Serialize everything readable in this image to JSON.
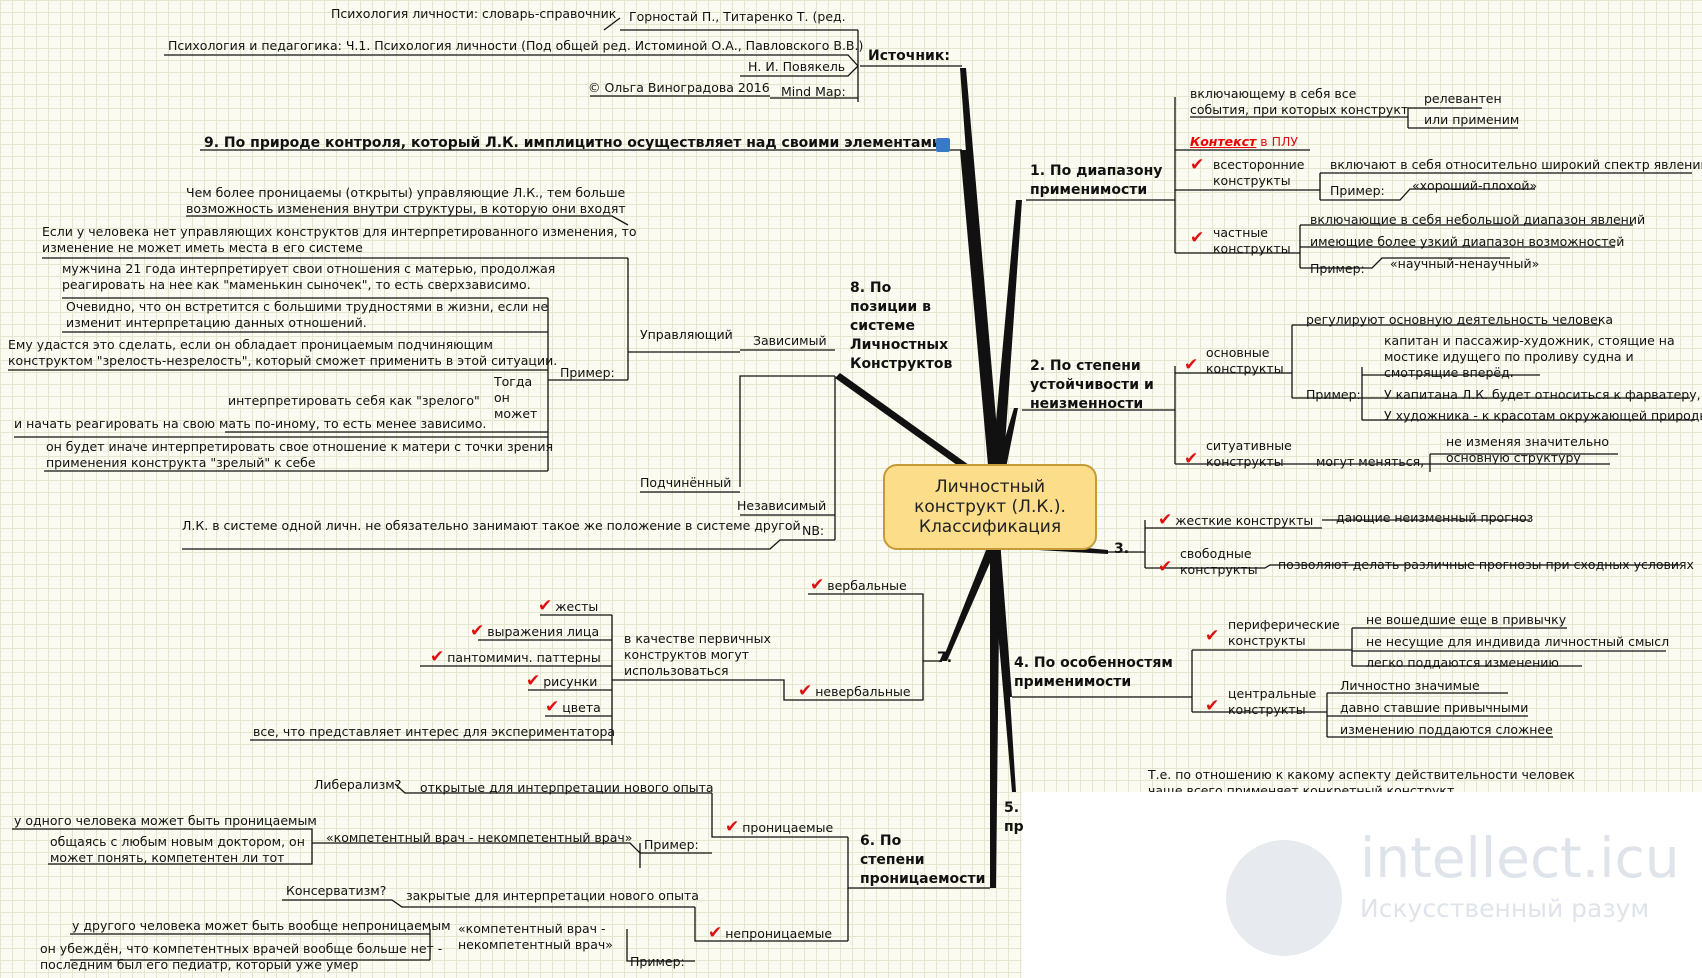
{
  "center": {
    "l1": "Личностный",
    "l2": "конструкт (Л.К.).",
    "l3": "Классификация"
  },
  "source": {
    "title": "Источник:",
    "s1": "Горностай П., Титаренко Т. (ред.",
    "s1b": "Психология личности: словарь-справочник",
    "s2": "Психология и педагогика: Ч.1. Психология личности (Под общей ред. Истоминой О.А., Павловского В.В.)",
    "s3": "Н. И. Повякель",
    "s4": "Mind Map:",
    "s4b": "© Ольга Виноградова 2016"
  },
  "b9": {
    "title": "9. По природе контроля, который Л.К. имплицитно осуществляет над своими элементами"
  },
  "b1": {
    "title1": "1. По диапазону",
    "title2": "применимости",
    "inc1": "включающему в себя все",
    "inc2": "события, при которых конструкт",
    "rel": "релевантен",
    "app": "или применим",
    "ctx1": "Контекст",
    "ctx2": " в ПЛУ",
    "vs1": "всесторонние",
    "vs2": "конструкты",
    "vs_desc": "включают в себя относительно широкий спектр явлений",
    "vs_ex": "Пример:",
    "vs_exv": "«хороший-плохой»",
    "ch1": "частные",
    "ch2": "конструкты",
    "ch_d1": "включающие в себя небольшой диапазон явлений",
    "ch_d2": "имеющие более узкий диапазон возможностей",
    "ch_ex": "Пример:",
    "ch_exv": "«научный-ненаучный»"
  },
  "b2": {
    "title1": "2. По степени",
    "title2": "устойчивости и",
    "title3": "неизменности",
    "os1": "основные",
    "os2": "конструкты",
    "os_d": "регулируют основную деятельность человека",
    "os_ex": "Пример:",
    "os_e1a": "капитан и пассажир-художник, стоящие на",
    "os_e1b": "мостике идущего по проливу судна и",
    "os_e1c": "смотрящие вперёд.",
    "os_e2": "У капитана Л.К. будет относиться к фарватеру,",
    "os_e3": "У художника - к красотам окружающей природы",
    "si1": "ситуативные",
    "si2": "конструкты",
    "si_d": "могут меняться,",
    "si_d2a": "не изменяя значительно",
    "si_d2b": "основную структуру"
  },
  "b3": {
    "title": "3.",
    "zh": "жесткие конструкты",
    "zh_d": "дающие неизменный прогноз",
    "sv1": "свободные",
    "sv2": "конструкты",
    "sv_d": "позволяют делать различные прогнозы при сходных условиях"
  },
  "b4": {
    "title1": "4. По особенностям",
    "title2": "применимости",
    "pe1": "периферические",
    "pe2": "конструкты",
    "pe_d1": "не вошедшие еще в привычку",
    "pe_d2": "не несущие для индивида личностный смысл",
    "pe_d3": "легко поддаются изменению",
    "ce1": "центральные",
    "ce2": "конструкты",
    "ce_d1": "Личностно значимые",
    "ce_d2": "давно ставшие привычными",
    "ce_d3": "изменению поддаются сложнее"
  },
  "b5": {
    "title1": "5.",
    "title2": "пр",
    "note1": "Т.е. по отношению к какому аспекту действительности человек",
    "note2": "чаще всего применяет конкретный конструкт"
  },
  "b6": {
    "title1": "6. По",
    "title2": "степени",
    "title3": "проницаемости",
    "pr": "проницаемые",
    "lib": "Либерализм?",
    "pr_d": "открытые для интерпретации нового опыта",
    "pr_ex": "Пример:",
    "pr_exv": "«компетентный врач - некомпетентный врач»",
    "pr_e1": "у одного человека может быть проницаемым",
    "pr_e2a": "общаясь с любым новым доктором, он",
    "pr_e2b": "может понять, компетентен ли тот",
    "np": "непроницаемые",
    "kons": "Консерватизм?",
    "np_d": "закрытые для интерпретации нового опыта",
    "np_ex": "Пример:",
    "np_exv1": "«компетентный врач -",
    "np_exv2": "некомпетентный врач»",
    "np_e1": "у другого человека может быть вообще непроницаемым",
    "np_e2a": "он убеждён, что компетентных врачей вообще больше нет -",
    "np_e2b": "последним был его педиатр, который уже умер"
  },
  "b7": {
    "title": "7.",
    "verb": "вербальные",
    "nverb": "невербальные",
    "prim1": "в качестве первичных",
    "prim2": "конструктов могут",
    "prim3": "использоваться",
    "items": [
      "жесты",
      "выражения лица",
      "пантомимич. паттерны",
      "рисунки",
      "цвета"
    ],
    "last": "все, что представляет интерес для экспериментатора"
  },
  "b8": {
    "title1": "8. По",
    "title2": "позиции в",
    "title3": "системе",
    "title4": "Личностных",
    "title5": "Конструктов",
    "zav": "Зависимый",
    "upr": "Управляющий",
    "pod": "Подчинённый",
    "nez": "Независимый",
    "nb": "NB:",
    "nb_t": "Л.К. в системе одной личн. не обязательно занимают такое же положение в системе другой",
    "u1a": "Чем более проницаемы (открыты) управляющие Л.К., тем больше",
    "u1b": "возможность изменения внутри структуры, в которую они входят",
    "u2a": "Если у человека нет управляющих конструктов для интерпретированного изменения, то",
    "u2b": "изменение не может иметь места в его системе",
    "ex": "Пример:",
    "e1a": "мужчина 21 года интерпретирует свои отношения с матерью, продолжая",
    "e1b": "реагировать на нее как \"маменькин сыночек\", то есть сверхзависимо.",
    "e2a": "Очевидно, что он встретится с большими трудностями в жизни, если не",
    "e2b": "изменит интерпретацию данных отношений.",
    "e3a": "Ему удастся это сделать, если он обладает проницаемым подчиняющим",
    "e3b": "конструктом \"зрелость-незрелость\", который сможет применить в этой ситуации.",
    "tog1": "Тогда",
    "tog2": "он",
    "tog3": "может",
    "t1": "интерпретировать себя как \"зрелого\"",
    "t2": "и начать реагировать на свою мать по-иному, то есть менее зависимо.",
    "t3a": "он будет иначе интерпретировать свое отношение к матери с точки зрения",
    "t3b": "применения конструкта \"зрелый\" к себе"
  },
  "watermark": {
    "big": "intellect.icu",
    "small": "Искусственный разум"
  },
  "check": "✔"
}
